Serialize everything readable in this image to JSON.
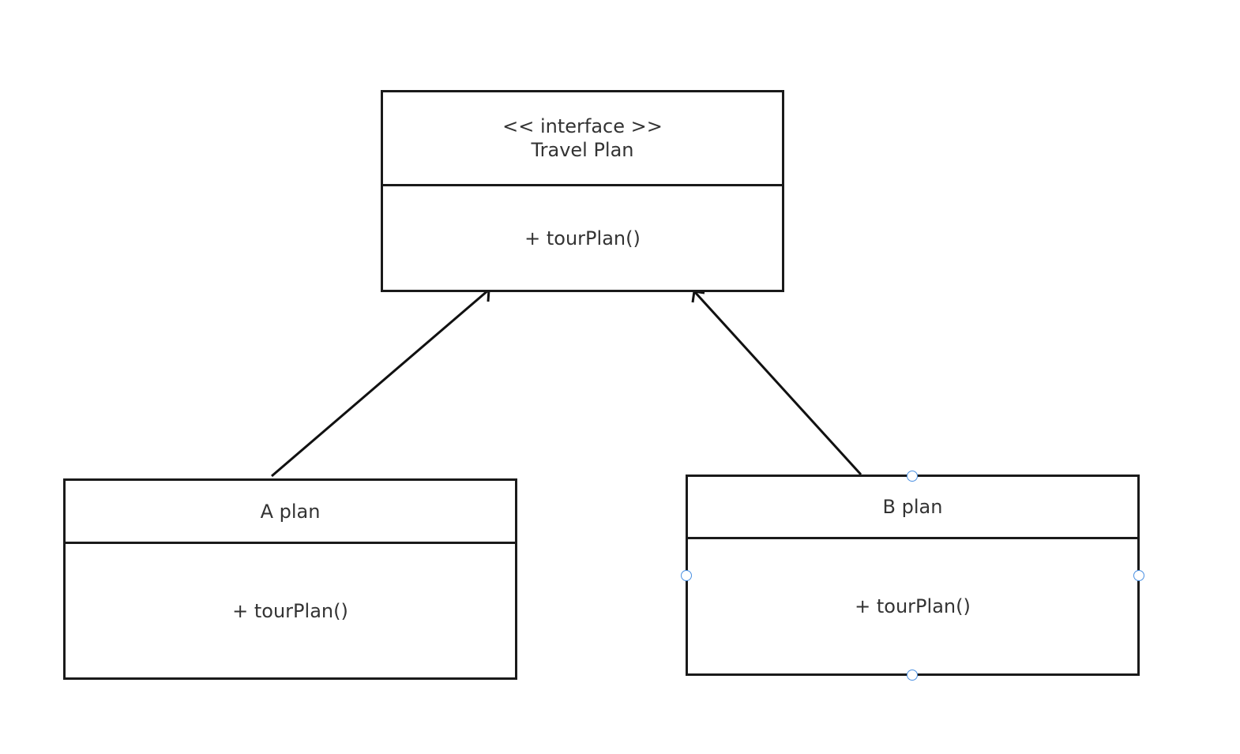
{
  "diagram": {
    "interface": {
      "stereotype": "<< interface >>",
      "name": "Travel Plan",
      "method": "+ tourPlan()"
    },
    "class_a": {
      "name": "A plan",
      "method": "+ tourPlan()"
    },
    "class_b": {
      "name": "B plan",
      "method": "+ tourPlan()"
    },
    "relations": [
      {
        "from": "A plan",
        "to": "Travel Plan",
        "type": "realization"
      },
      {
        "from": "B plan",
        "to": "Travel Plan",
        "type": "realization"
      }
    ],
    "selected": "B plan",
    "colors": {
      "stroke": "#1a1a1a",
      "text": "#333333",
      "selection_handle": "#4a90e2"
    }
  }
}
